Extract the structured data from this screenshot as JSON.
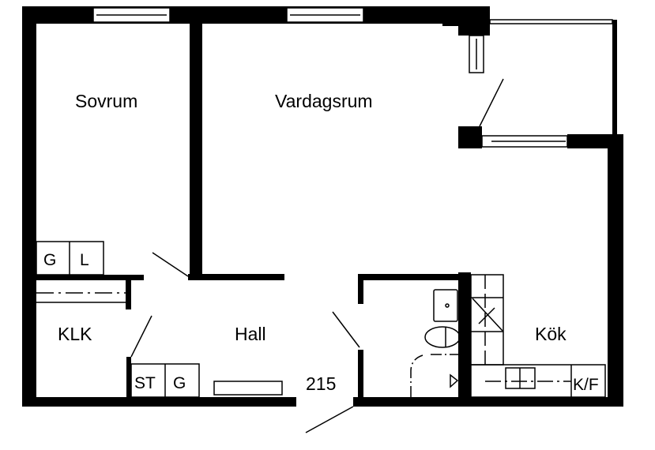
{
  "rooms": {
    "sovrum": "Sovrum",
    "vardagsrum": "Vardagsrum",
    "klk": "KLK",
    "hall": "Hall",
    "kok": "Kök"
  },
  "fixtures": {
    "wardrobe_g": "G",
    "wardrobe_l": "L",
    "hall_st": "ST",
    "hall_g": "G",
    "fridge_freezer": "K/F"
  },
  "dimension": "215",
  "colors": {
    "wall": "#000000",
    "background": "#ffffff"
  }
}
